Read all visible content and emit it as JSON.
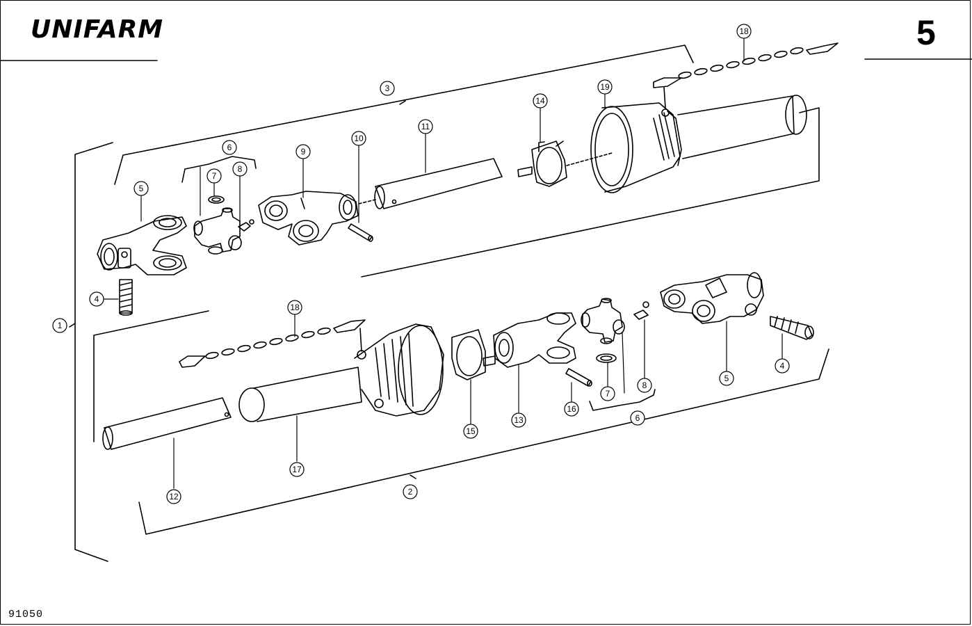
{
  "header": {
    "brand": "UNIFARM",
    "page_number": "5"
  },
  "footer": {
    "reference": "91050"
  },
  "callouts": [
    "1",
    "2",
    "3",
    "4",
    "5",
    "6",
    "7",
    "8",
    "9",
    "10",
    "11",
    "12",
    "13",
    "14",
    "15",
    "16",
    "17",
    "18",
    "19"
  ]
}
